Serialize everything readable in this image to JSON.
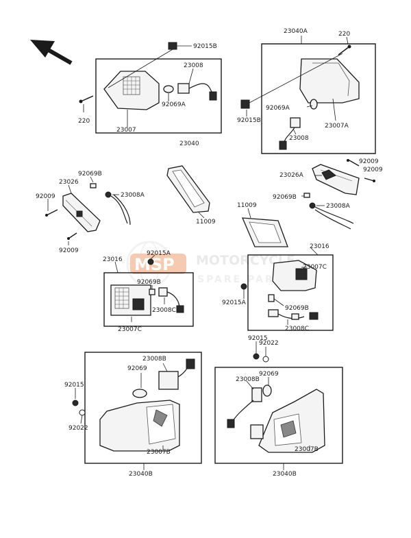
{
  "watermark": {
    "badge": "MSP",
    "line1": "MOTORCYCLE",
    "line2": "SPARE PARTS",
    "color": "#f0a070"
  },
  "labels": {
    "p92015B_top": "92015B",
    "p23008_top": "23008",
    "p92069A_left": "92069A",
    "p220_left": "220",
    "p23007": "23007",
    "p23040": "23040",
    "p23040A": "23040A",
    "p220_right": "220",
    "p92069A_right": "92069A",
    "p92015B_right": "92015B",
    "p23007A": "23007A",
    "p23008_right": "23008",
    "p92069B_left": "92069B",
    "p23026": "23026",
    "p23008A_left": "23008A",
    "p92009_l1": "92009",
    "p92009_l2": "92009",
    "p11009_a": "11009",
    "p11009_b": "11009",
    "p92009_r1": "92009",
    "p92009_r2": "92009",
    "p23026A": "23026A",
    "p92069B_right": "92069B",
    "p23008A_right": "23008A",
    "p23016_right": "23016",
    "p23007C_right": "23007C",
    "p92015A_right": "92015A",
    "p92069B_right2": "92069B",
    "p23008C_right": "23008C",
    "p92015A_left": "92015A",
    "p23016_left": "23016",
    "p92069B_left2": "92069B",
    "p23008C_left": "23008C",
    "p23007C_left": "23007C",
    "p23008B_left": "23008B",
    "p92069_left": "92069",
    "p92015_left": "92015",
    "p92022_left": "92022",
    "p23007B_left": "23007B",
    "p23040B_left": "23040B",
    "p92015_right": "92015",
    "p92022_right": "92022",
    "p23008B_right": "23008B",
    "p92069_right": "92069",
    "p23007B_right": "23007B",
    "p23040B_right": "23040B"
  },
  "icons": {
    "front": "front-direction-arrow"
  }
}
